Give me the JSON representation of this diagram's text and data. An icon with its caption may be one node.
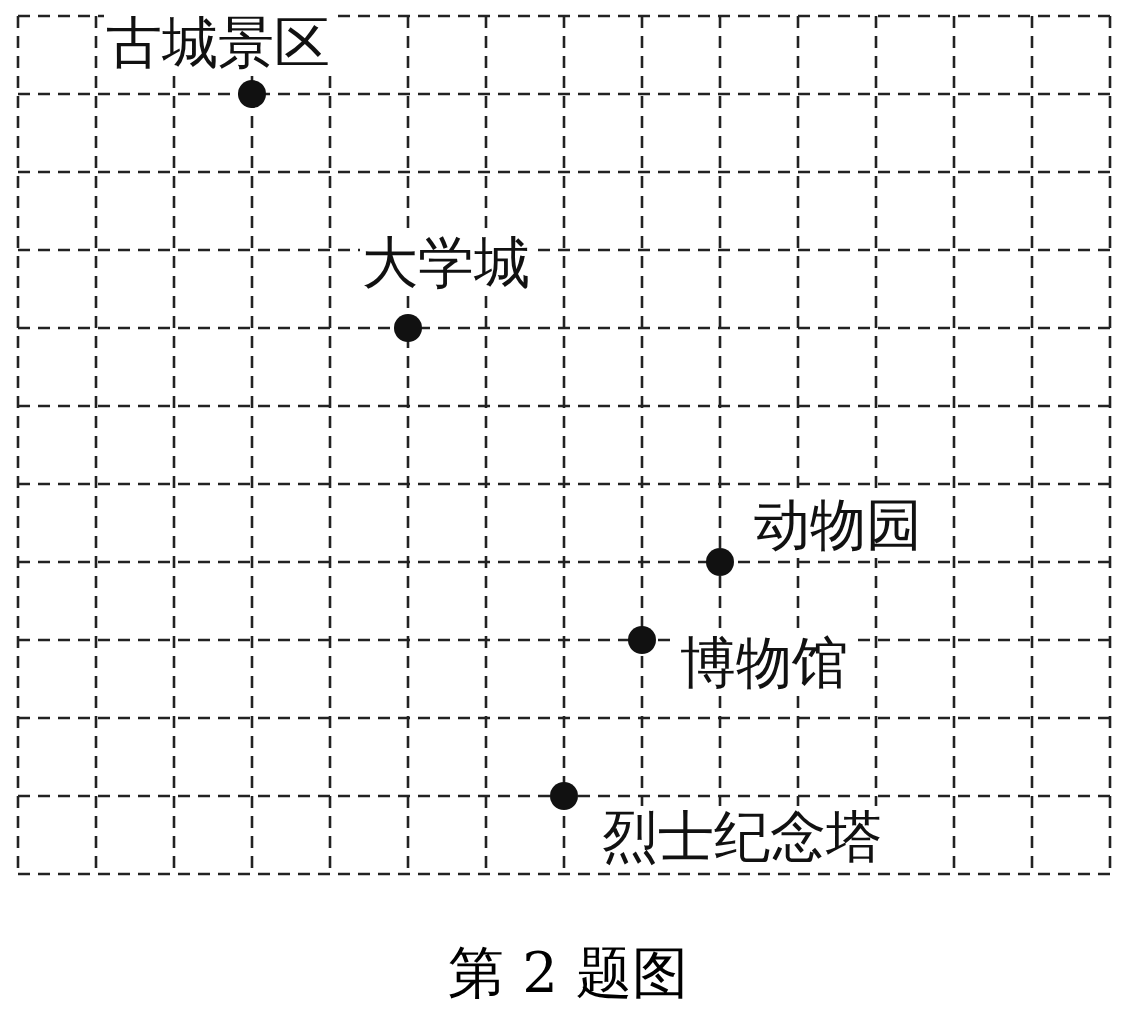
{
  "diagram": {
    "caption": "第 2 题图",
    "nodes": [
      {
        "text": [
          "古城景区"
        ]
      },
      {
        "text": [
          "大学城"
        ]
      },
      {
        "text": [
          "动物园"
        ]
      },
      {
        "text": [
          "博物馆"
        ]
      },
      {
        "text": [
          "烈士纪念塔"
        ]
      }
    ]
  }
}
